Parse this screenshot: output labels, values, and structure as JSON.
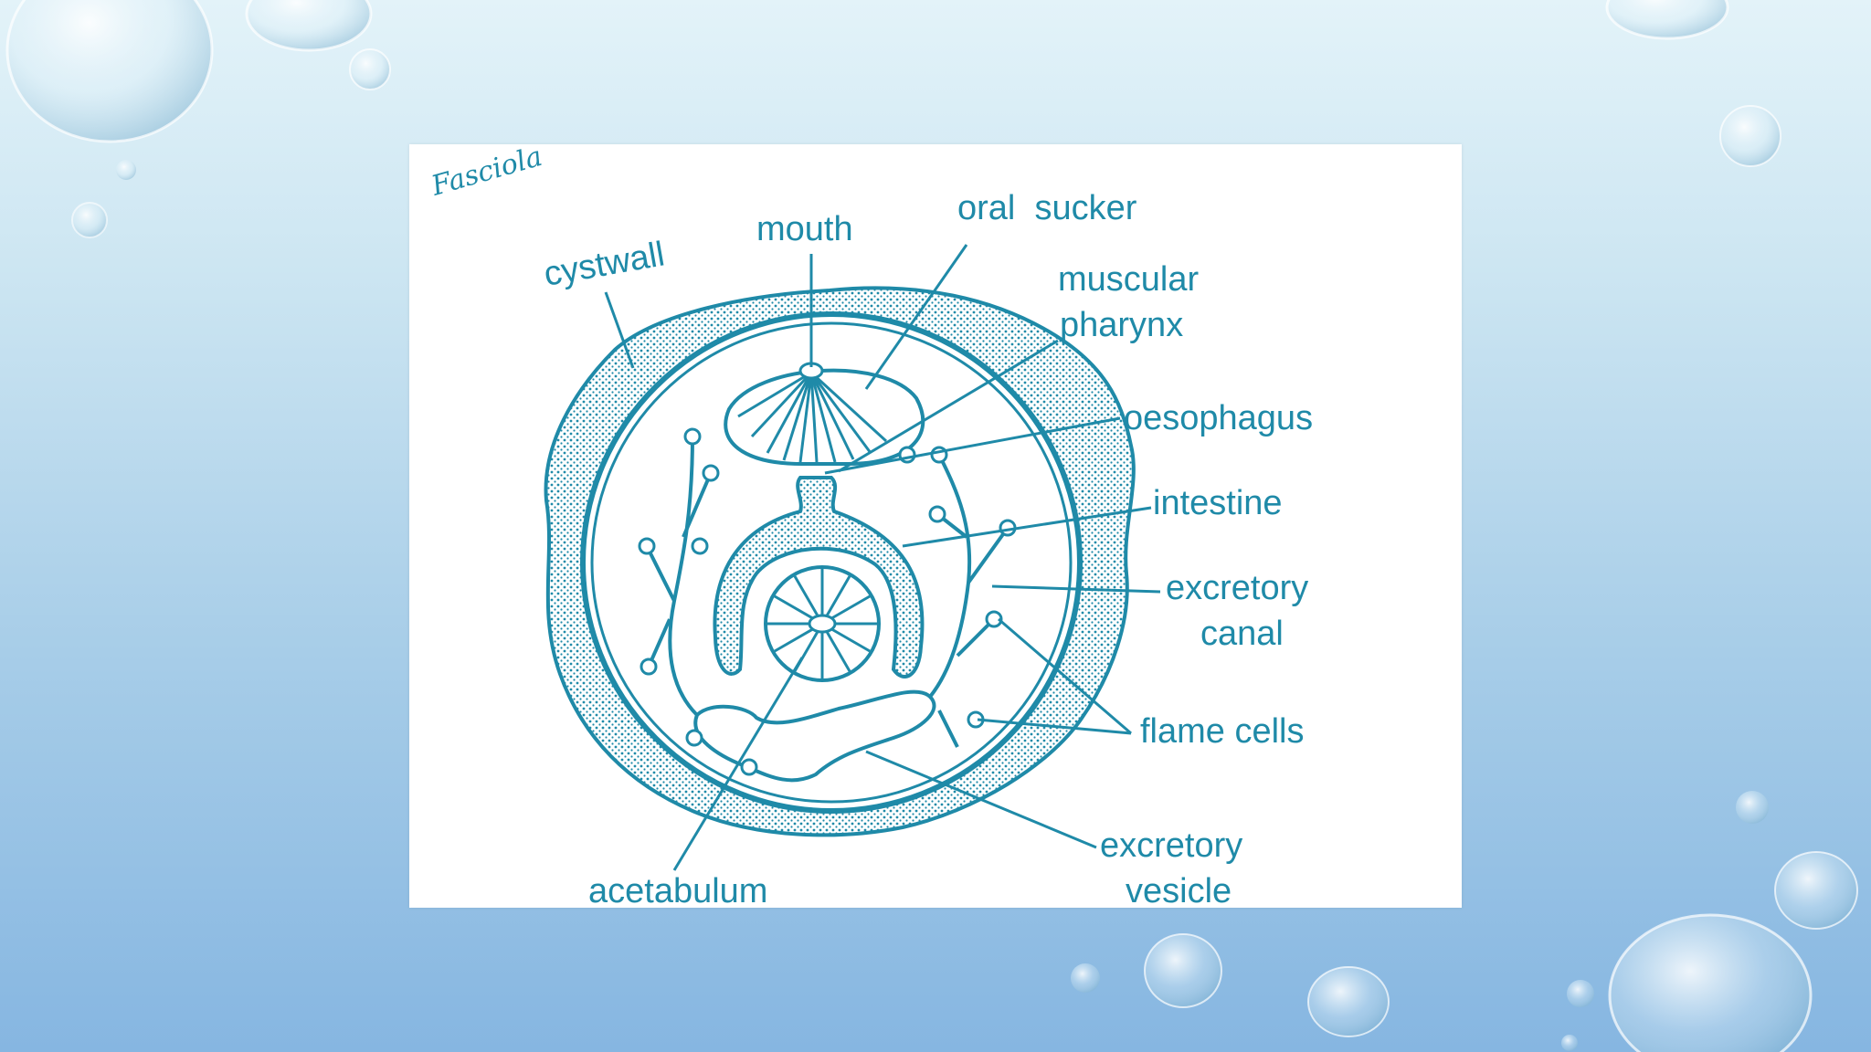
{
  "slide": {
    "figure": {
      "caption_partial": "Fasciola",
      "labels": {
        "cystwall": "cystwall",
        "mouth": "mouth",
        "oral_sucker": "oral  sucker",
        "muscular_pharynx_1": "muscular",
        "muscular_pharynx_2": "pharynx",
        "oesophagus": "oesophagus",
        "intestine": "intestine",
        "excretory_canal_1": "excretory",
        "excretory_canal_2": "canal",
        "flame_cells": "flame cells",
        "excretory_vesicle_1": "excretory",
        "excretory_vesicle_2": "vesicle",
        "acetabulum": "acetabulum"
      }
    }
  },
  "colors": {
    "ink": "#1f8aa8",
    "background_top": "#e3f3f9",
    "background_bottom": "#86b6e1",
    "card": "#ffffff"
  }
}
